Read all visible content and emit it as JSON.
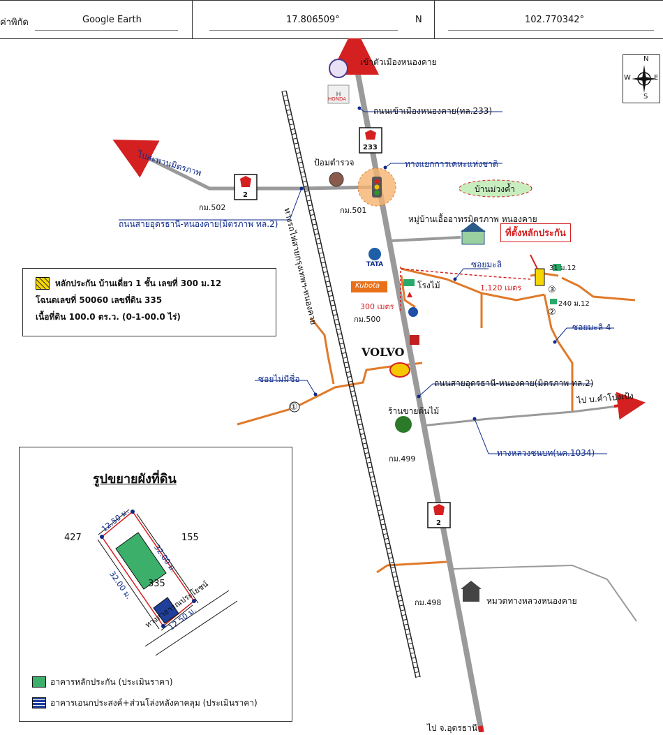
{
  "header": {
    "label": "ค่าพิกัด",
    "source": "Google Earth",
    "latitude": "17.806509°",
    "lat_dir": "N",
    "longitude": "102.770342°"
  },
  "compass": {
    "n": "N",
    "s": "S",
    "e": "E",
    "w": "W"
  },
  "labels": {
    "to_city": "เข้าตัวเมืองหนองคาย",
    "honda": "HONDA",
    "road_233_name": "ถนนเข้าเมืองหนองคาย(ทล.233)",
    "road_233": "233",
    "to_bridge": "ไปสะพานมิตรภาพ",
    "police": "ป้อมตำรวจ",
    "intersection": "ทางแยกการเคหะแห่งชาติ",
    "village_muang": "บ้านม่วงค้ำ",
    "road_2": "2",
    "km502": "กม.502",
    "km501": "กม.501",
    "km500": "กม.500",
    "km499": "กม.499",
    "km498": "กม.498",
    "highway_name_top": "ถนนสายอุดรธานี-หนองคาย(มิตรภาพ ทล.2)",
    "railway": "ทางรถไฟสายกรุงเทพฯ-หนองคาย",
    "village_uea": "หมู่บ้านเอื้ออาทรมิตรภาพ หนองคาย",
    "collateral_location": "ที่ตั้งหลักประกัน",
    "tata": "TATA",
    "soi_mali": "ซอยมะลิ",
    "sawmill": "โรงไม้",
    "distance_1120": "1,120 เมตร",
    "kubota": "Kubota",
    "distance_300": "300 เมตร",
    "house_31": "31 ม.12",
    "house_240": "240 ม.12",
    "circle_3": "③",
    "circle_2": "②",
    "circle_1": "①",
    "soi_mali_4": "ซอยมะลิ 4",
    "volvo": "VOLVO",
    "soi_noname": "ซอยไม่มีชื่อ",
    "highway_name_mid": "ถนนสายอุดรธานี-หนองคาย(มิตรภาพ ทล.2)",
    "plant_shop": "ร้านขายต้นไม้",
    "to_kham": "ไป บ.คำโป่งเป้ง",
    "rural_road": "ทางหลวงชนบท(นค.1034)",
    "highway_office": "หมวดทางหลวงหนองคาย",
    "to_udon": "ไป จ.อุดรธานี"
  },
  "legend": {
    "line1": "หลักประกัน บ้านเดี่ยว 1 ชั้น เลขที่ 300 ม.12",
    "line2": "โฉนดเลขที่ 50060 เลขที่ดิน 335",
    "line3": "เนื้อที่ดิน 100.0 ตร.ว. (0-1-00.0 ไร่)"
  },
  "inset": {
    "title": "รูปขยายผังที่ดิน",
    "left_plot": "427",
    "right_plot": "155",
    "plot_no": "335",
    "dim_top": "12.50 ม.",
    "dim_right": "32.00 ม.",
    "dim_left": "32.00 ม.",
    "dim_bottom": "12.50 ม.",
    "public_road": "ทางสาธารณประโยชน์",
    "key1": "อาคารหลักประกัน (ประเมินราคา)",
    "key2": "อาคารเอนกประสงค์+ส่วนโล่งหลังคาคลุม (ประเมินราคา)"
  },
  "colors": {
    "road_main": "#9a9a9a",
    "road_orange": "#e07a2a",
    "label_blue": "#0d2a8a",
    "highlight_red": "#d42020",
    "intersection": "#f5b36e"
  }
}
